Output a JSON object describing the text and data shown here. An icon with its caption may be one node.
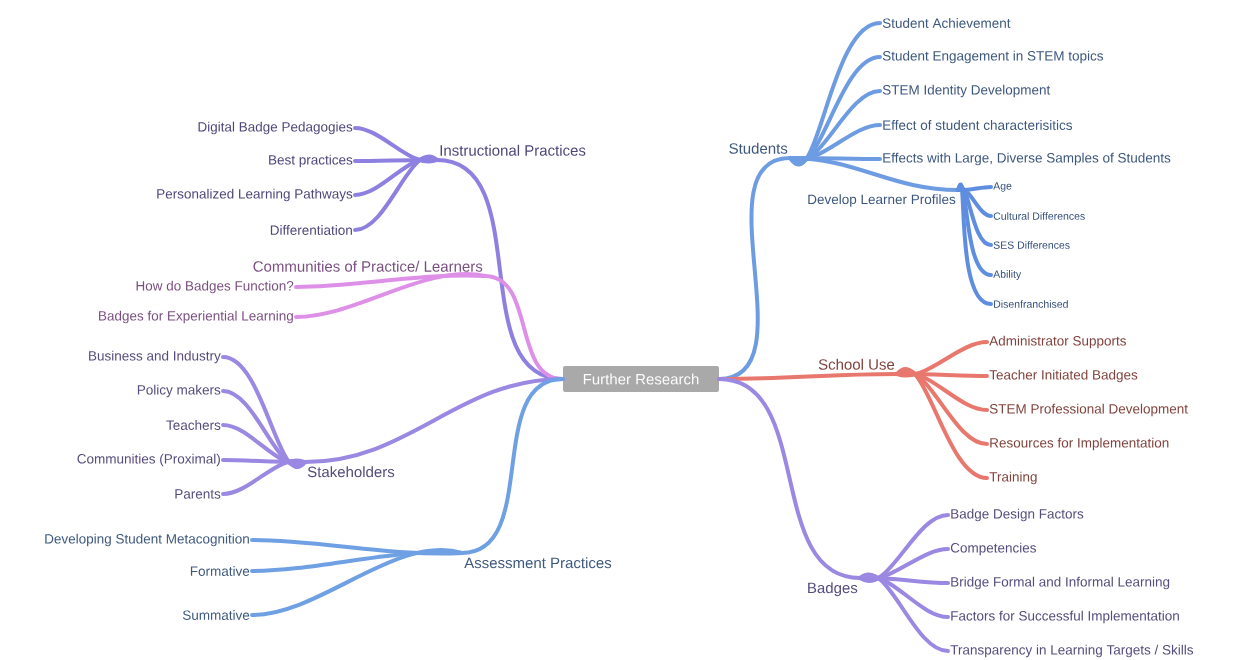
{
  "diagram": {
    "nodes": [
      {
        "text": [
          "Further Research"
        ]
      },
      {
        "text": [
          "Instructional Practices"
        ]
      },
      {
        "text": [
          "Digital Badge Pedagogies"
        ]
      },
      {
        "text": [
          "Best practices"
        ]
      },
      {
        "text": [
          "Personalized Learning Pathways"
        ]
      },
      {
        "text": [
          "Differentiation"
        ]
      },
      {
        "text": [
          "Communities of Practice/ Learners"
        ]
      },
      {
        "text": [
          "How do Badges Function?"
        ]
      },
      {
        "text": [
          "Badges for Experiential Learning"
        ]
      },
      {
        "text": [
          "Stakeholders"
        ]
      },
      {
        "text": [
          "Business and Industry"
        ]
      },
      {
        "text": [
          "Policy makers"
        ]
      },
      {
        "text": [
          "Teachers"
        ]
      },
      {
        "text": [
          "Communities (Proximal)"
        ]
      },
      {
        "text": [
          "Parents"
        ]
      },
      {
        "text": [
          "Assessment Practices"
        ]
      },
      {
        "text": [
          "Developing Student Metacognition"
        ]
      },
      {
        "text": [
          "Formative"
        ]
      },
      {
        "text": [
          "Summative"
        ]
      },
      {
        "text": [
          "Students"
        ]
      },
      {
        "text": [
          "Student Achievement"
        ]
      },
      {
        "text": [
          "Student Engagement in STEM topics"
        ]
      },
      {
        "text": [
          "STEM Identity Development"
        ]
      },
      {
        "text": [
          "Effect of student characterisitics"
        ]
      },
      {
        "text": [
          "Effects with Large, Diverse Samples of Students"
        ]
      },
      {
        "text": [
          "Develop Learner Profiles"
        ]
      },
      {
        "text": [
          "Age"
        ]
      },
      {
        "text": [
          "Cultural Differences"
        ]
      },
      {
        "text": [
          "SES Differences"
        ]
      },
      {
        "text": [
          "Ability"
        ]
      },
      {
        "text": [
          "Disenfranchised"
        ]
      },
      {
        "text": [
          "School Use"
        ]
      },
      {
        "text": [
          "Administrator Supports"
        ]
      },
      {
        "text": [
          "Teacher Initiated Badges"
        ]
      },
      {
        "text": [
          "STEM Professional Development"
        ]
      },
      {
        "text": [
          "Resources for Implementation"
        ]
      },
      {
        "text": [
          "Training"
        ]
      },
      {
        "text": [
          "Badges"
        ]
      },
      {
        "text": [
          "Badge Design Factors"
        ]
      },
      {
        "text": [
          "Competencies"
        ]
      },
      {
        "text": [
          "Bridge Formal and Informal Learning"
        ]
      },
      {
        "text": [
          "Factors for Successful Implementation"
        ]
      },
      {
        "text": [
          "Transparency in Learning Targets / Skills"
        ]
      }
    ],
    "edges": [
      {
        "from": 0,
        "to": 1,
        "arrow": "none",
        "color": "#8e80e0"
      },
      {
        "from": 1,
        "to": 2,
        "arrow": "none",
        "color": "#8e80e0"
      },
      {
        "from": 1,
        "to": 3,
        "arrow": "none",
        "color": "#8e80e0"
      },
      {
        "from": 1,
        "to": 4,
        "arrow": "none",
        "color": "#8e80e0"
      },
      {
        "from": 1,
        "to": 5,
        "arrow": "none",
        "color": "#8e80e0"
      },
      {
        "from": 0,
        "to": 6,
        "arrow": "none",
        "color": "#de90e8"
      },
      {
        "from": 6,
        "to": 7,
        "arrow": "none",
        "color": "#de90e8"
      },
      {
        "from": 6,
        "to": 8,
        "arrow": "none",
        "color": "#de90e8"
      },
      {
        "from": 0,
        "to": 9,
        "arrow": "none",
        "color": "#9a88e2"
      },
      {
        "from": 9,
        "to": 10,
        "arrow": "none",
        "color": "#9a88e2"
      },
      {
        "from": 9,
        "to": 11,
        "arrow": "none",
        "color": "#9a88e2"
      },
      {
        "from": 9,
        "to": 12,
        "arrow": "none",
        "color": "#9a88e2"
      },
      {
        "from": 9,
        "to": 13,
        "arrow": "none",
        "color": "#9a88e2"
      },
      {
        "from": 9,
        "to": 14,
        "arrow": "none",
        "color": "#9a88e2"
      },
      {
        "from": 0,
        "to": 15,
        "arrow": "none",
        "color": "#6fa0e3"
      },
      {
        "from": 15,
        "to": 16,
        "arrow": "none",
        "color": "#6fa0e3"
      },
      {
        "from": 15,
        "to": 17,
        "arrow": "none",
        "color": "#6fa0e3"
      },
      {
        "from": 15,
        "to": 18,
        "arrow": "none",
        "color": "#6fa0e3"
      },
      {
        "from": 0,
        "to": 19,
        "arrow": "none",
        "color": "#6e9ce3"
      },
      {
        "from": 19,
        "to": 20,
        "arrow": "none",
        "color": "#6e9ce3"
      },
      {
        "from": 19,
        "to": 21,
        "arrow": "none",
        "color": "#6e9ce3"
      },
      {
        "from": 19,
        "to": 22,
        "arrow": "none",
        "color": "#6e9ce3"
      },
      {
        "from": 19,
        "to": 23,
        "arrow": "none",
        "color": "#6e9ce3"
      },
      {
        "from": 19,
        "to": 24,
        "arrow": "none",
        "color": "#6e9ce3"
      },
      {
        "from": 19,
        "to": 25,
        "arrow": "none",
        "color": "#6e9ce3"
      },
      {
        "from": 25,
        "to": 26,
        "arrow": "none",
        "color": "#5f8ee0"
      },
      {
        "from": 25,
        "to": 27,
        "arrow": "none",
        "color": "#5f8ee0"
      },
      {
        "from": 25,
        "to": 28,
        "arrow": "none",
        "color": "#5f8ee0"
      },
      {
        "from": 25,
        "to": 29,
        "arrow": "none",
        "color": "#5f8ee0"
      },
      {
        "from": 25,
        "to": 30,
        "arrow": "none",
        "color": "#5f8ee0"
      },
      {
        "from": 0,
        "to": 31,
        "arrow": "none",
        "color": "#e8786e"
      },
      {
        "from": 31,
        "to": 32,
        "arrow": "none",
        "color": "#e8786e"
      },
      {
        "from": 31,
        "to": 33,
        "arrow": "none",
        "color": "#e8786e"
      },
      {
        "from": 31,
        "to": 34,
        "arrow": "none",
        "color": "#e8786e"
      },
      {
        "from": 31,
        "to": 35,
        "arrow": "none",
        "color": "#e8786e"
      },
      {
        "from": 31,
        "to": 36,
        "arrow": "none",
        "color": "#e8786e"
      },
      {
        "from": 0,
        "to": 37,
        "arrow": "none",
        "color": "#9a88e2"
      },
      {
        "from": 37,
        "to": 38,
        "arrow": "none",
        "color": "#9a88e2"
      },
      {
        "from": 37,
        "to": 39,
        "arrow": "none",
        "color": "#9a88e2"
      },
      {
        "from": 37,
        "to": 40,
        "arrow": "none",
        "color": "#9a88e2"
      },
      {
        "from": 37,
        "to": 41,
        "arrow": "none",
        "color": "#9a88e2"
      },
      {
        "from": 37,
        "to": 42,
        "arrow": "none",
        "color": "#9a88e2"
      }
    ]
  }
}
